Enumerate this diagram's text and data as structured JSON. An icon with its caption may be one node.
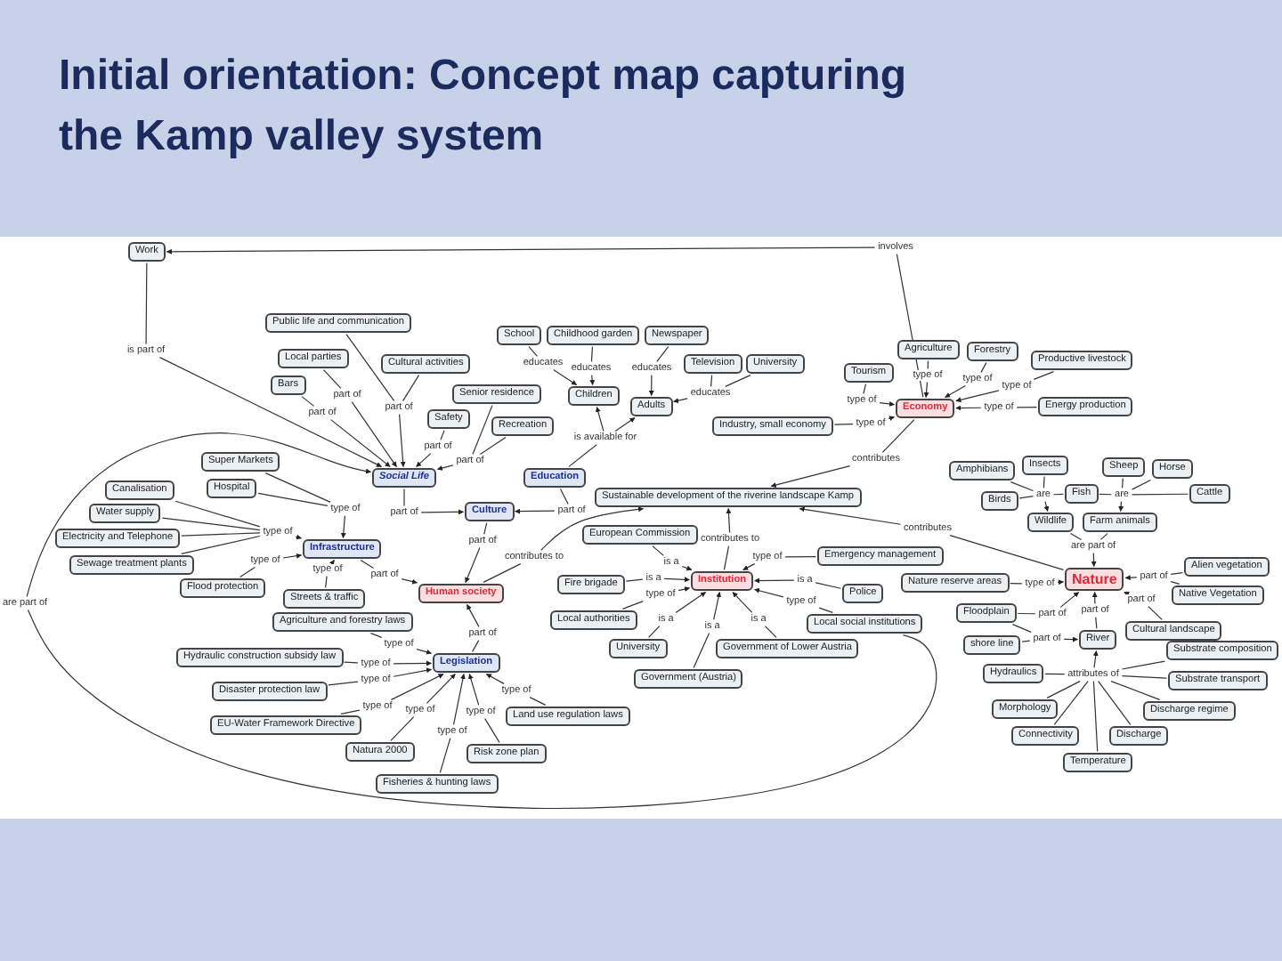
{
  "diagram": {
    "title": "Initial orientation: Concept map capturing the Kamp valley system",
    "nodes": [
      {
        "text": [
          "Work"
        ]
      },
      {
        "text": [
          "involves"
        ]
      },
      {
        "text": [
          "Public life and communication"
        ]
      },
      {
        "text": [
          "School"
        ]
      },
      {
        "text": [
          "Childhood garden"
        ]
      },
      {
        "text": [
          "Newspaper"
        ]
      },
      {
        "text": [
          "Agriculture"
        ]
      },
      {
        "text": [
          "Forestry"
        ]
      },
      {
        "text": [
          "Local parties"
        ]
      },
      {
        "text": [
          "is part of"
        ]
      },
      {
        "text": [
          "Productive livestock"
        ]
      },
      {
        "text": [
          "Cultural activities"
        ]
      },
      {
        "text": [
          "Television"
        ]
      },
      {
        "text": [
          "University"
        ]
      },
      {
        "text": [
          "educates"
        ]
      },
      {
        "text": [
          "Tourism"
        ]
      },
      {
        "text": [
          "educates"
        ]
      },
      {
        "text": [
          "educates"
        ]
      },
      {
        "text": [
          "type of"
        ]
      },
      {
        "text": [
          "Bars"
        ]
      },
      {
        "text": [
          "type of"
        ]
      },
      {
        "text": [
          "type of"
        ]
      },
      {
        "text": [
          "Senior residence"
        ]
      },
      {
        "text": [
          "Children"
        ]
      },
      {
        "text": [
          "part of"
        ]
      },
      {
        "text": [
          "educates"
        ]
      },
      {
        "text": [
          "type of"
        ]
      },
      {
        "text": [
          "Adults"
        ]
      },
      {
        "text": [
          "Energy production"
        ]
      },
      {
        "text": [
          "Economy"
        ]
      },
      {
        "text": [
          "part of"
        ]
      },
      {
        "text": [
          "type of"
        ]
      },
      {
        "text": [
          "Safety"
        ]
      },
      {
        "text": [
          "part of"
        ]
      },
      {
        "text": [
          "Recreation"
        ]
      },
      {
        "text": [
          "Industry, small economy"
        ]
      },
      {
        "text": [
          "type of"
        ]
      },
      {
        "text": [
          "is available for"
        ]
      },
      {
        "text": [
          "part of"
        ]
      },
      {
        "text": [
          "Super Markets"
        ]
      },
      {
        "text": [
          "Insects"
        ]
      },
      {
        "text": [
          "Sheep"
        ]
      },
      {
        "text": [
          "Horse"
        ]
      },
      {
        "text": [
          "contributes"
        ]
      },
      {
        "text": [
          "part of"
        ]
      },
      {
        "text": [
          "Amphibians"
        ]
      },
      {
        "text": [
          "Social Life"
        ]
      },
      {
        "text": [
          "Education"
        ]
      },
      {
        "text": [
          "Hospital"
        ]
      },
      {
        "text": [
          "Canalisation"
        ]
      },
      {
        "text": [
          "Fish"
        ]
      },
      {
        "text": [
          "Cattle"
        ]
      },
      {
        "text": [
          "Sustainable development of the riverine landscape Kamp"
        ]
      },
      {
        "text": [
          "part of"
        ]
      },
      {
        "text": [
          "Birds"
        ]
      },
      {
        "text": [
          "are"
        ]
      },
      {
        "text": [
          "are"
        ]
      },
      {
        "text": [
          "Culture"
        ]
      },
      {
        "text": [
          "Water supply"
        ]
      },
      {
        "text": [
          "type of"
        ]
      },
      {
        "text": [
          "part of"
        ]
      },
      {
        "text": [
          "Wildlife"
        ]
      },
      {
        "text": [
          "Farm animals"
        ]
      },
      {
        "text": [
          "contributes"
        ]
      },
      {
        "text": [
          "Electricity and Telephone"
        ]
      },
      {
        "text": [
          "European Commission"
        ]
      },
      {
        "text": [
          "type of"
        ]
      },
      {
        "text": [
          "contributes to"
        ]
      },
      {
        "text": [
          "Infrastructure"
        ]
      },
      {
        "text": [
          "part of"
        ]
      },
      {
        "text": [
          "are part of"
        ]
      },
      {
        "text": [
          "Emergency management"
        ]
      },
      {
        "text": [
          "Sewage treatment plants"
        ]
      },
      {
        "text": [
          "contributes to"
        ]
      },
      {
        "text": [
          "is a"
        ]
      },
      {
        "text": [
          "type of"
        ]
      },
      {
        "text": [
          "Alien vegetation"
        ]
      },
      {
        "text": [
          "type of"
        ]
      },
      {
        "text": [
          "Nature"
        ]
      },
      {
        "text": [
          "type of"
        ]
      },
      {
        "text": [
          "Institution"
        ]
      },
      {
        "text": [
          "Nature reserve areas"
        ]
      },
      {
        "text": [
          "Fire brigade"
        ]
      },
      {
        "text": [
          "part of"
        ]
      },
      {
        "text": [
          "part of"
        ]
      },
      {
        "text": [
          "Flood protection"
        ]
      },
      {
        "text": [
          "is a"
        ]
      },
      {
        "text": [
          "is a"
        ]
      },
      {
        "text": [
          "type of"
        ]
      },
      {
        "text": [
          "Streets & traffic"
        ]
      },
      {
        "text": [
          "Human society"
        ]
      },
      {
        "text": [
          "Police"
        ]
      },
      {
        "text": [
          "Native Vegetation"
        ]
      },
      {
        "text": [
          "type of"
        ]
      },
      {
        "text": [
          "type of"
        ]
      },
      {
        "text": [
          "part of"
        ]
      },
      {
        "text": [
          "are part of"
        ]
      },
      {
        "text": [
          "Floodplain"
        ]
      },
      {
        "text": [
          "part of"
        ]
      },
      {
        "text": [
          "Local authorities"
        ]
      },
      {
        "text": [
          "Agriculture and forestry laws"
        ]
      },
      {
        "text": [
          "Local social institutions"
        ]
      },
      {
        "text": [
          "part of"
        ]
      },
      {
        "text": [
          "Cultural landscape"
        ]
      },
      {
        "text": [
          "is a"
        ]
      },
      {
        "text": [
          "is a"
        ]
      },
      {
        "text": [
          "is a"
        ]
      },
      {
        "text": [
          "part of"
        ]
      },
      {
        "text": [
          "shore line"
        ]
      },
      {
        "text": [
          "part of"
        ]
      },
      {
        "text": [
          "University"
        ]
      },
      {
        "text": [
          "Government of Lower Austria"
        ]
      },
      {
        "text": [
          "Substrate composition"
        ]
      },
      {
        "text": [
          "type of"
        ]
      },
      {
        "text": [
          "River"
        ]
      },
      {
        "text": [
          "Hydraulic construction subsidy law"
        ]
      },
      {
        "text": [
          "Legislation"
        ]
      },
      {
        "text": [
          "type of"
        ]
      },
      {
        "text": [
          "Hydraulics"
        ]
      },
      {
        "text": [
          "Government (Austria)"
        ]
      },
      {
        "text": [
          "Substrate transport"
        ]
      },
      {
        "text": [
          "attributes of"
        ]
      },
      {
        "text": [
          "type of"
        ]
      },
      {
        "text": [
          "Disaster protection law"
        ]
      },
      {
        "text": [
          "type of"
        ]
      },
      {
        "text": [
          "Morphology"
        ]
      },
      {
        "text": [
          "Discharge regime"
        ]
      },
      {
        "text": [
          "type of"
        ]
      },
      {
        "text": [
          "Land use regulation laws"
        ]
      },
      {
        "text": [
          "type of"
        ]
      },
      {
        "text": [
          "type of"
        ]
      },
      {
        "text": [
          "EU-Water Framework Directive"
        ]
      },
      {
        "text": [
          "Connectivity"
        ]
      },
      {
        "text": [
          "Discharge"
        ]
      },
      {
        "text": [
          "type of"
        ]
      },
      {
        "text": [
          "Natura 2000"
        ]
      },
      {
        "text": [
          "Risk zone plan"
        ]
      },
      {
        "text": [
          "Temperature"
        ]
      },
      {
        "text": [
          "Fisheries & hunting laws"
        ]
      }
    ],
    "edges": [
      {
        "from": 29,
        "to": 1,
        "arrow": "none"
      },
      {
        "from": 1,
        "to": 0,
        "arrow": "to"
      },
      {
        "from": 0,
        "to": 9,
        "arrow": "none"
      },
      {
        "from": 9,
        "to": 46,
        "arrow": "to"
      },
      {
        "from": 8,
        "to": 24,
        "arrow": "none"
      },
      {
        "from": 24,
        "to": 46,
        "arrow": "to"
      },
      {
        "from": 19,
        "to": 33,
        "arrow": "none"
      },
      {
        "from": 33,
        "to": 46,
        "arrow": "to"
      },
      {
        "from": 2,
        "to": 30,
        "arrow": "none"
      },
      {
        "from": 11,
        "to": 30,
        "arrow": "none"
      },
      {
        "from": 30,
        "to": 46,
        "arrow": "to"
      },
      {
        "from": 32,
        "to": 38,
        "arrow": "none"
      },
      {
        "from": 38,
        "to": 46,
        "arrow": "to"
      },
      {
        "from": 22,
        "to": 44,
        "arrow": "none"
      },
      {
        "from": 34,
        "to": 44,
        "arrow": "none"
      },
      {
        "from": 44,
        "to": 46,
        "arrow": "to"
      },
      {
        "from": 3,
        "to": 14,
        "arrow": "none"
      },
      {
        "from": 14,
        "to": 23,
        "arrow": "to"
      },
      {
        "from": 4,
        "to": 16,
        "arrow": "none"
      },
      {
        "from": 16,
        "to": 23,
        "arrow": "to"
      },
      {
        "from": 5,
        "to": 17,
        "arrow": "none"
      },
      {
        "from": 17,
        "to": 27,
        "arrow": "to"
      },
      {
        "from": 12,
        "to": 25,
        "arrow": "none"
      },
      {
        "from": 13,
        "to": 25,
        "arrow": "none"
      },
      {
        "from": 25,
        "to": 27,
        "arrow": "to"
      },
      {
        "from": 47,
        "to": 37,
        "arrow": "none"
      },
      {
        "from": 37,
        "to": 23,
        "arrow": "to"
      },
      {
        "from": 37,
        "to": 27,
        "arrow": "to"
      },
      {
        "from": 15,
        "to": 26,
        "arrow": "none"
      },
      {
        "from": 26,
        "to": 29,
        "arrow": "to"
      },
      {
        "from": 35,
        "to": 36,
        "arrow": "none"
      },
      {
        "from": 36,
        "to": 29,
        "arrow": "to"
      },
      {
        "from": 6,
        "to": 18,
        "arrow": "none"
      },
      {
        "from": 18,
        "to": 29,
        "arrow": "to"
      },
      {
        "from": 7,
        "to": 20,
        "arrow": "none"
      },
      {
        "from": 20,
        "to": 29,
        "arrow": "to"
      },
      {
        "from": 10,
        "to": 21,
        "arrow": "none"
      },
      {
        "from": 21,
        "to": 29,
        "arrow": "to"
      },
      {
        "from": 28,
        "to": 31,
        "arrow": "none"
      },
      {
        "from": 31,
        "to": 29,
        "arrow": "to"
      },
      {
        "from": 29,
        "to": 43,
        "arrow": "none"
      },
      {
        "from": 43,
        "to": 52,
        "arrow": "to"
      },
      {
        "from": 78,
        "to": 63,
        "arrow": "none"
      },
      {
        "from": 63,
        "to": 52,
        "arrow": "to"
      },
      {
        "from": 45,
        "to": 55,
        "arrow": "none"
      },
      {
        "from": 40,
        "to": 55,
        "arrow": "none"
      },
      {
        "from": 54,
        "to": 55,
        "arrow": "none"
      },
      {
        "from": 50,
        "to": 55,
        "arrow": "none"
      },
      {
        "from": 55,
        "to": 61,
        "arrow": "to"
      },
      {
        "from": 50,
        "to": 56,
        "arrow": "none"
      },
      {
        "from": 41,
        "to": 56,
        "arrow": "none"
      },
      {
        "from": 42,
        "to": 56,
        "arrow": "none"
      },
      {
        "from": 51,
        "to": 56,
        "arrow": "none"
      },
      {
        "from": 56,
        "to": 62,
        "arrow": "to"
      },
      {
        "from": 61,
        "to": 70,
        "arrow": "none"
      },
      {
        "from": 62,
        "to": 70,
        "arrow": "none"
      },
      {
        "from": 70,
        "to": 78,
        "arrow": "to"
      },
      {
        "from": 81,
        "to": 88,
        "arrow": "none"
      },
      {
        "from": 88,
        "to": 78,
        "arrow": "to"
      },
      {
        "from": 76,
        "to": 84,
        "arrow": "none"
      },
      {
        "from": 92,
        "to": 84,
        "arrow": "none"
      },
      {
        "from": 84,
        "to": 78,
        "arrow": "to"
      },
      {
        "from": 103,
        "to": 95,
        "arrow": "none"
      },
      {
        "from": 95,
        "to": 78,
        "arrow": "to"
      },
      {
        "from": 97,
        "to": 102,
        "arrow": "none"
      },
      {
        "from": 102,
        "to": 78,
        "arrow": "to"
      },
      {
        "from": 114,
        "to": 98,
        "arrow": "none"
      },
      {
        "from": 98,
        "to": 78,
        "arrow": "to"
      },
      {
        "from": 97,
        "to": 109,
        "arrow": "none"
      },
      {
        "from": 108,
        "to": 109,
        "arrow": "none"
      },
      {
        "from": 109,
        "to": 114,
        "arrow": "to"
      },
      {
        "from": 118,
        "to": 121,
        "arrow": "none"
      },
      {
        "from": 125,
        "to": 121,
        "arrow": "none"
      },
      {
        "from": 132,
        "to": 121,
        "arrow": "none"
      },
      {
        "from": 137,
        "to": 121,
        "arrow": "none"
      },
      {
        "from": 133,
        "to": 121,
        "arrow": "none"
      },
      {
        "from": 126,
        "to": 121,
        "arrow": "none"
      },
      {
        "from": 120,
        "to": 121,
        "arrow": "none"
      },
      {
        "from": 112,
        "to": 121,
        "arrow": "none"
      },
      {
        "from": 121,
        "to": 114,
        "arrow": "to"
      },
      {
        "from": 46,
        "to": 60,
        "arrow": "none"
      },
      {
        "from": 60,
        "to": 57,
        "arrow": "to"
      },
      {
        "from": 47,
        "to": 53,
        "arrow": "none"
      },
      {
        "from": 53,
        "to": 57,
        "arrow": "to"
      },
      {
        "from": 57,
        "to": 69,
        "arrow": "none"
      },
      {
        "from": 69,
        "to": 90,
        "arrow": "to"
      },
      {
        "from": 39,
        "to": 59,
        "arrow": "none"
      },
      {
        "from": 48,
        "to": 59,
        "arrow": "none"
      },
      {
        "from": 59,
        "to": 68,
        "arrow": "to"
      },
      {
        "from": 49,
        "to": 66,
        "arrow": "none"
      },
      {
        "from": 58,
        "to": 66,
        "arrow": "none"
      },
      {
        "from": 64,
        "to": 66,
        "arrow": "none"
      },
      {
        "from": 72,
        "to": 66,
        "arrow": "none"
      },
      {
        "from": 66,
        "to": 68,
        "arrow": "to"
      },
      {
        "from": 85,
        "to": 77,
        "arrow": "none"
      },
      {
        "from": 77,
        "to": 68,
        "arrow": "to"
      },
      {
        "from": 89,
        "to": 79,
        "arrow": "none"
      },
      {
        "from": 79,
        "to": 68,
        "arrow": "to"
      },
      {
        "from": 68,
        "to": 83,
        "arrow": "none"
      },
      {
        "from": 83,
        "to": 90,
        "arrow": "to"
      },
      {
        "from": 90,
        "to": 73,
        "arrow": "none"
      },
      {
        "from": 73,
        "to": 52,
        "arrow": "to"
      },
      {
        "from": 80,
        "to": 67,
        "arrow": "none"
      },
      {
        "from": 67,
        "to": 52,
        "arrow": "to"
      },
      {
        "from": 65,
        "to": 74,
        "arrow": "none"
      },
      {
        "from": 74,
        "to": 80,
        "arrow": "to"
      },
      {
        "from": 82,
        "to": 86,
        "arrow": "none"
      },
      {
        "from": 86,
        "to": 80,
        "arrow": "to"
      },
      {
        "from": 99,
        "to": 93,
        "arrow": "none"
      },
      {
        "from": 93,
        "to": 80,
        "arrow": "to"
      },
      {
        "from": 110,
        "to": 104,
        "arrow": "none"
      },
      {
        "from": 104,
        "to": 80,
        "arrow": "to"
      },
      {
        "from": 119,
        "to": 106,
        "arrow": "none"
      },
      {
        "from": 106,
        "to": 80,
        "arrow": "to"
      },
      {
        "from": 111,
        "to": 105,
        "arrow": "none"
      },
      {
        "from": 105,
        "to": 80,
        "arrow": "to"
      },
      {
        "from": 71,
        "to": 75,
        "arrow": "none"
      },
      {
        "from": 75,
        "to": 80,
        "arrow": "to"
      },
      {
        "from": 91,
        "to": 87,
        "arrow": "none"
      },
      {
        "from": 87,
        "to": 80,
        "arrow": "to"
      },
      {
        "from": 101,
        "to": 94,
        "arrow": "none"
      },
      {
        "from": 94,
        "to": 80,
        "arrow": "to"
      },
      {
        "from": 116,
        "to": 107,
        "arrow": "none"
      },
      {
        "from": 107,
        "to": 90,
        "arrow": "to"
      },
      {
        "from": 100,
        "to": 113,
        "arrow": "none"
      },
      {
        "from": 113,
        "to": 116,
        "arrow": "to"
      },
      {
        "from": 115,
        "to": 117,
        "arrow": "none"
      },
      {
        "from": 117,
        "to": 116,
        "arrow": "to"
      },
      {
        "from": 123,
        "to": 122,
        "arrow": "none"
      },
      {
        "from": 122,
        "to": 116,
        "arrow": "to"
      },
      {
        "from": 131,
        "to": 127,
        "arrow": "none"
      },
      {
        "from": 127,
        "to": 116,
        "arrow": "to"
      },
      {
        "from": 135,
        "to": 129,
        "arrow": "none"
      },
      {
        "from": 129,
        "to": 116,
        "arrow": "to"
      },
      {
        "from": 136,
        "to": 130,
        "arrow": "none"
      },
      {
        "from": 130,
        "to": 116,
        "arrow": "to"
      },
      {
        "from": 138,
        "to": 134,
        "arrow": "none"
      },
      {
        "from": 134,
        "to": 116,
        "arrow": "to"
      },
      {
        "from": 128,
        "to": 124,
        "arrow": "none"
      },
      {
        "from": 124,
        "to": 116,
        "arrow": "to"
      },
      {
        "from": 101,
        "to": 96,
        "arrow": "none"
      },
      {
        "from": 96,
        "to": 46,
        "arrow": "to"
      }
    ]
  }
}
